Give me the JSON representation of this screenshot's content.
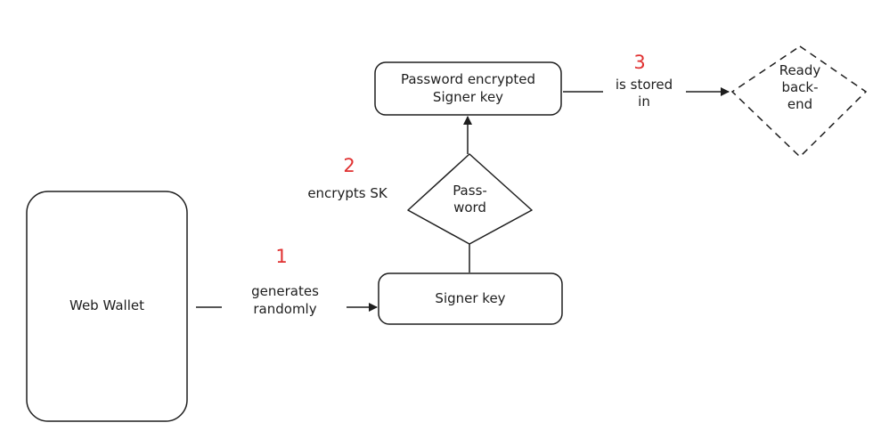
{
  "nodes": {
    "web_wallet": "Web Wallet",
    "signer_key": "Signer key",
    "password_line1": "Pass-",
    "password_line2": "word",
    "encrypted_line1": "Password encrypted",
    "encrypted_line2": "Signer key",
    "backend_line1": "Ready",
    "backend_line2": "back-",
    "backend_line3": "end"
  },
  "edges": {
    "generates_line1": "generates",
    "generates_line2": "randomly",
    "encrypts": "encrypts SK",
    "stored_line1": "is stored",
    "stored_line2": "in"
  },
  "steps": [
    "1",
    "2",
    "3"
  ],
  "colors": {
    "stroke": "#1e1e1e",
    "step": "#e03131"
  }
}
